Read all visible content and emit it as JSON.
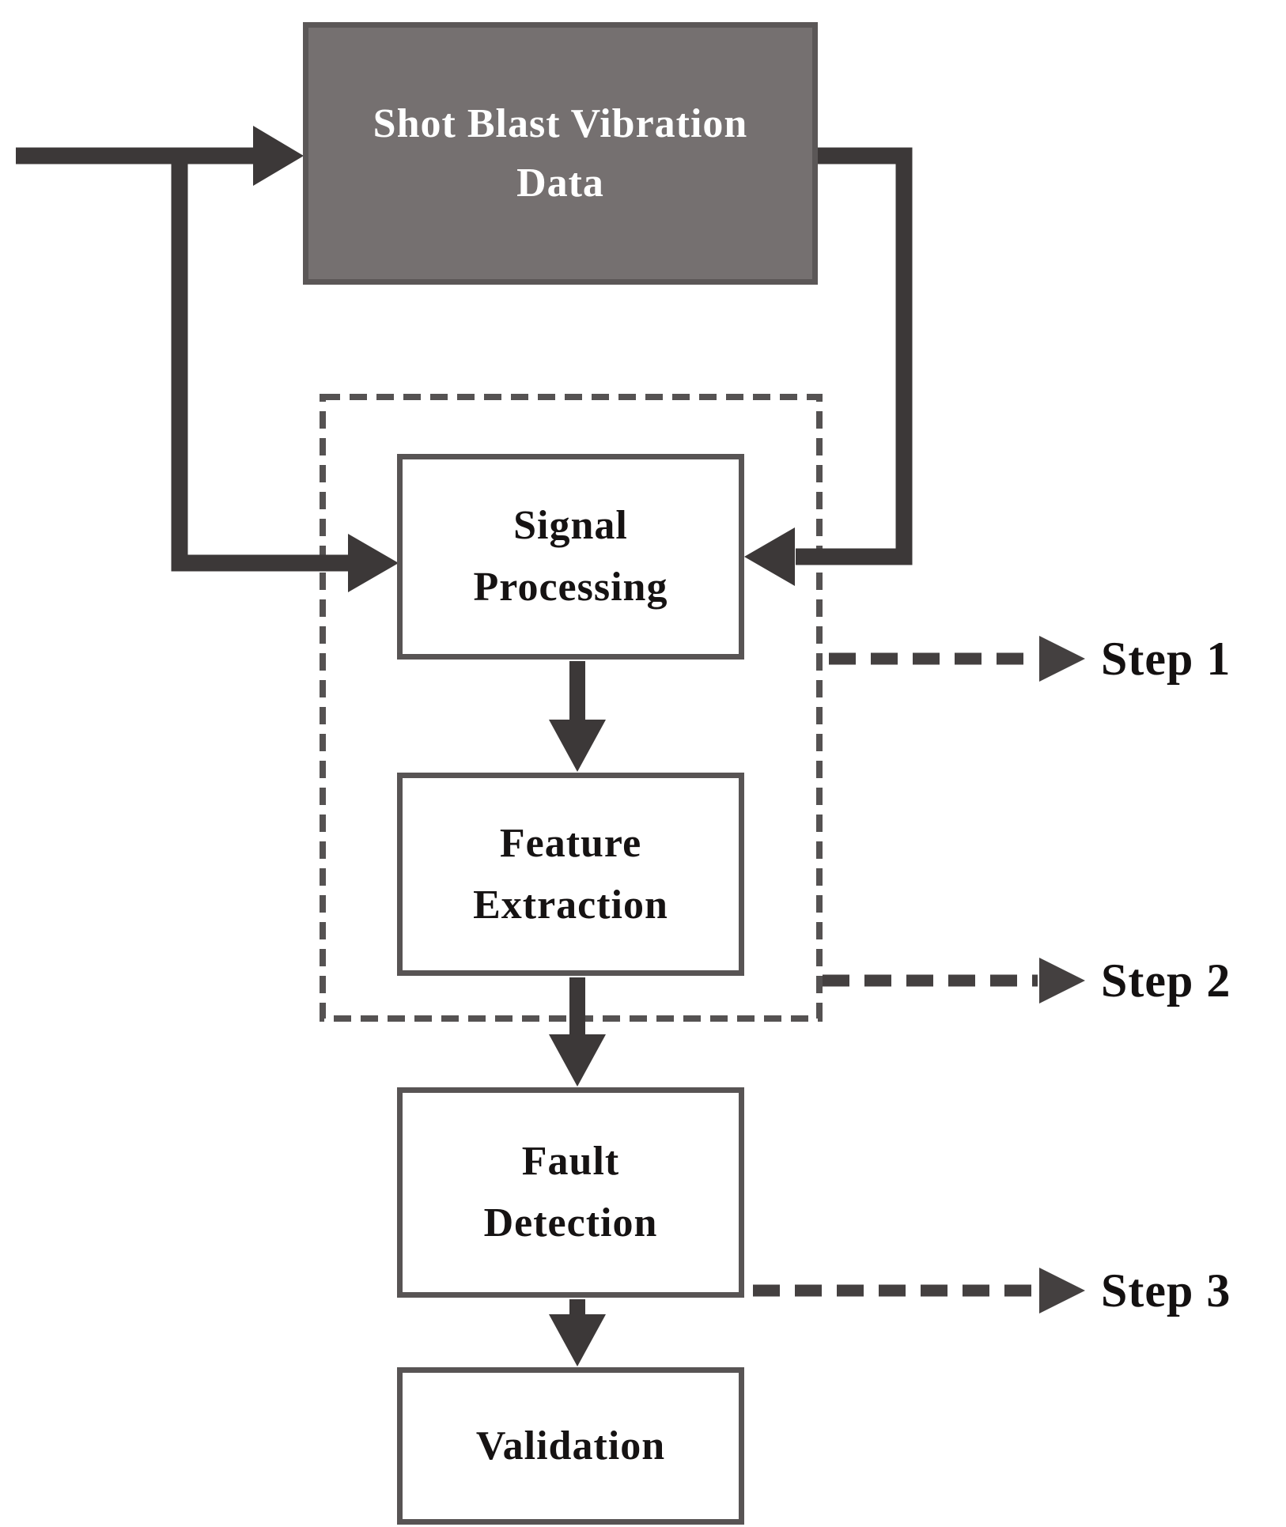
{
  "diagram": {
    "nodes": [
      {
        "id": "shot-blast-vibration-data",
        "label_lines": [
          "Shot Blast Vibration",
          "Data"
        ]
      },
      {
        "id": "signal-processing",
        "label_lines": [
          "Signal",
          "Processing"
        ]
      },
      {
        "id": "feature-extraction",
        "label_lines": [
          "Feature",
          "Extraction"
        ]
      },
      {
        "id": "fault-detection",
        "label_lines": [
          "Fault",
          "Detection"
        ]
      },
      {
        "id": "validation",
        "label_lines": [
          "Validation"
        ]
      }
    ],
    "step_labels": [
      {
        "label": "Step 1"
      },
      {
        "label": "Step 2"
      },
      {
        "label": "Step 3"
      }
    ],
    "colors": {
      "background": "#ffffff",
      "dark_node_fill": "#757070",
      "dark_node_border": "#5b5757",
      "light_node_fill": "#ffffff",
      "light_node_border": "#585454",
      "arrow": "#3c3838",
      "dashed_container_border": "#555252",
      "step_arrow": "#444040",
      "text_dark": "#161313",
      "text_light": "#ffffff"
    }
  }
}
